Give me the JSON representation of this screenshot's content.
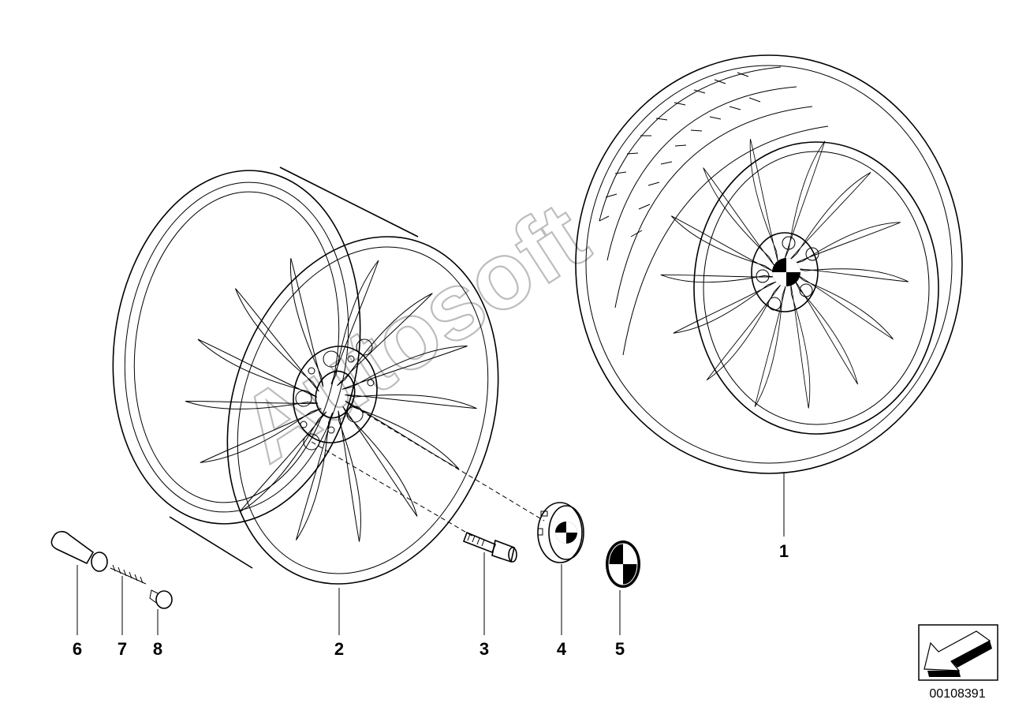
{
  "diagram": {
    "part_numbers": [
      {
        "id": "1",
        "text": "1"
      },
      {
        "id": "2",
        "text": "2"
      },
      {
        "id": "3",
        "text": "3"
      },
      {
        "id": "4",
        "text": "4"
      },
      {
        "id": "5",
        "text": "5"
      },
      {
        "id": "6",
        "text": "6"
      },
      {
        "id": "7",
        "text": "7"
      },
      {
        "id": "8",
        "text": "8"
      }
    ],
    "drawing_number": "00108391",
    "watermark": "Autosoft"
  }
}
